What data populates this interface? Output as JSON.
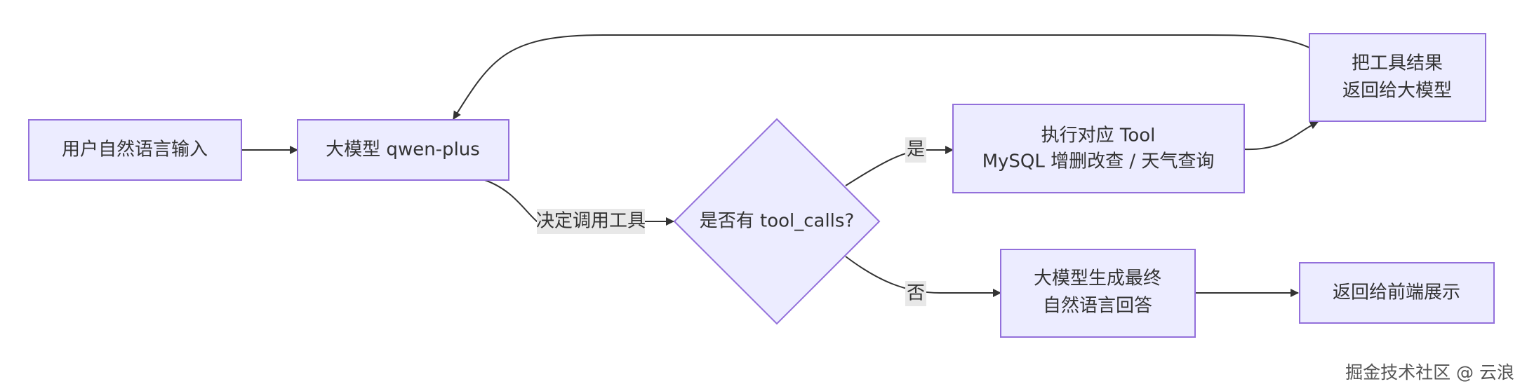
{
  "nodes": {
    "user_input": "用户自然语言输入",
    "llm": "大模型 qwen-plus",
    "decision": "是否有 tool_calls?",
    "execute_tool": [
      "执行对应 Tool",
      "MySQL 增删改查 / 天气查询"
    ],
    "return_result": [
      "把工具结果",
      "返回给大模型"
    ],
    "final_answer": [
      "大模型生成最终",
      "自然语言回答"
    ],
    "to_frontend": "返回给前端展示"
  },
  "edges": {
    "decide_label": "决定调用工具",
    "yes_label": "是",
    "no_label": "否"
  },
  "watermark": "掘金技术社区 @ 云浪",
  "colors": {
    "node_fill": "#ECECFF",
    "node_stroke": "#9370DB",
    "edge": "#333333",
    "label_bg": "#e8e8e8"
  }
}
